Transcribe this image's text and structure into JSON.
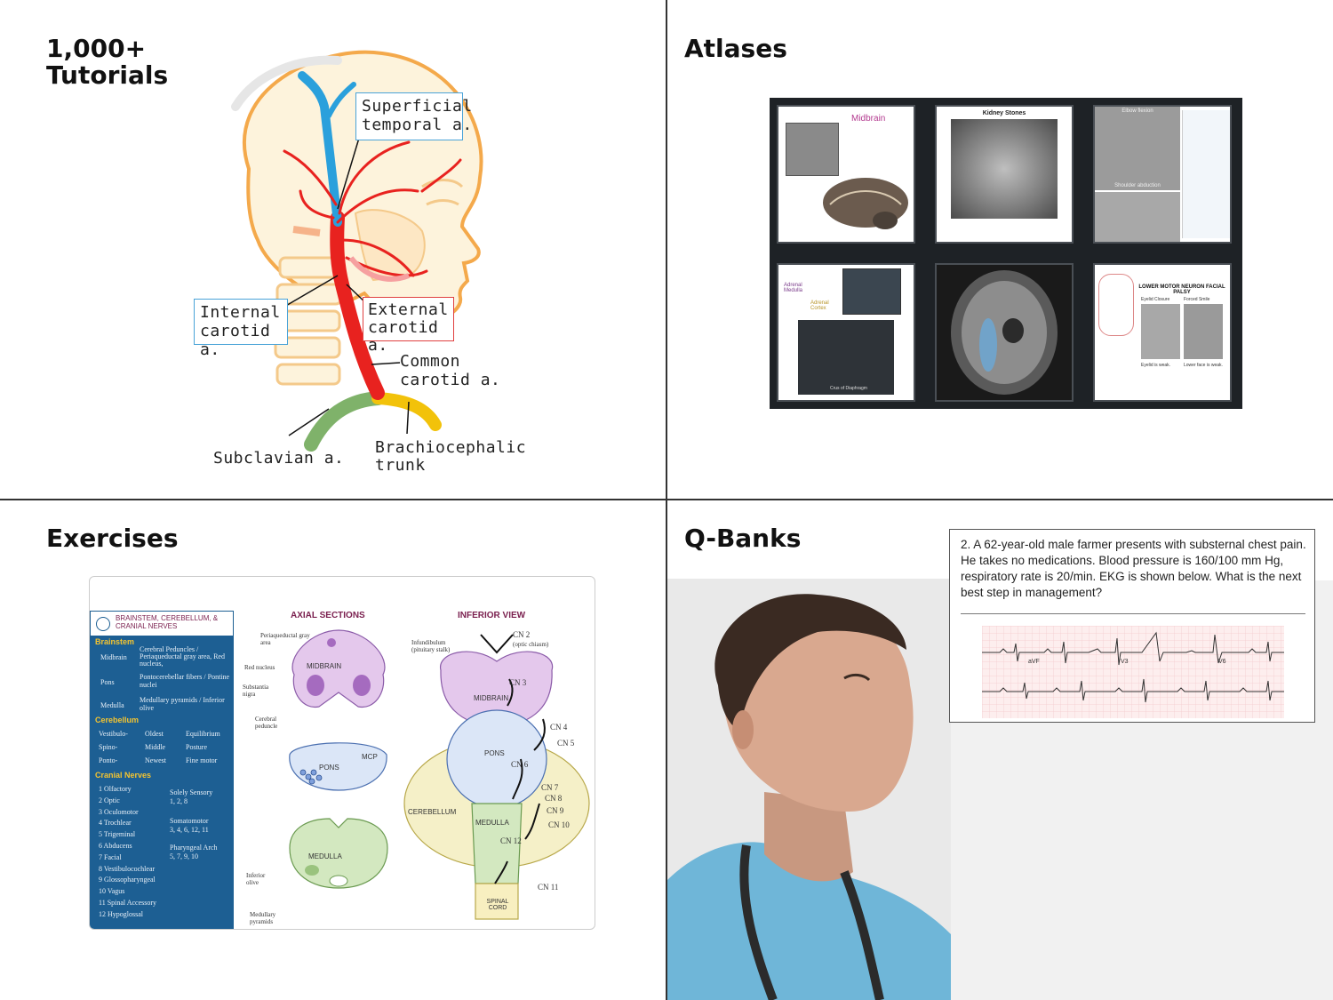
{
  "quadrants": {
    "tutorials": {
      "title": "1,000+\nTutorials",
      "labels": {
        "superficial_temporal": "Superficial\ntemporal a.",
        "internal_carotid": "Internal\ncarotid a.",
        "external_carotid": "External\ncarotid a.",
        "common_carotid": "Common\ncarotid a.",
        "subclavian": "Subclavian a.",
        "brachiocephalic": "Brachiocephalic\ntrunk"
      }
    },
    "atlases": {
      "title": "Atlases",
      "tiles": {
        "midbrain": "Midbrain",
        "kidney": "Kidney Stones",
        "elbow": "Elbow flexion",
        "shoulder": "Shoulder abduction",
        "adrenal_medulla": "Adrenal Medulla",
        "adrenal_cortex": "Adrenal Cortex",
        "diaphragm": "Crus of Diaphragm",
        "palsy_title": "LOWER MOTOR NEURON FACIAL PALSY",
        "palsy_left": "Eyelid Closure",
        "palsy_right": "Forced Smile",
        "palsy_cap_left": "Eyelid is weak.",
        "palsy_cap_right": "Lower face is weak."
      }
    },
    "exercises": {
      "title": "Exercises",
      "panel": {
        "header": "BRAINSTEM, CEREBELLUM, & CRANIAL NERVES",
        "brainstem": "Brainstem",
        "midbrain": "Midbrain",
        "midbrain_desc": "Cerebral Peduncles / Periaqueductal gray area, Red nucleus,",
        "pons": "Pons",
        "pons_desc": "Pontocerebellar fibers / Pontine nuclei",
        "medulla": "Medulla",
        "medulla_desc": "Medullary pyramids / Inferior olive",
        "cerebellum": "Cerebellum",
        "vestibulo": "Vestibulo-",
        "spino": "Spino-",
        "ponto": "Ponto-",
        "oldest": "Oldest",
        "middle": "Middle",
        "newest": "Newest",
        "equilibrium": "Equilibrium",
        "posture": "Posture",
        "fine_motor": "Fine motor",
        "cranial_nerves": "Cranial Nerves",
        "nerves": [
          "1  Olfactory",
          "2  Optic",
          "3  Oculomotor",
          "4  Trochlear",
          "5  Trigeminal",
          "6  Abducens",
          "7  Facial",
          "8  Vestibulocochlear",
          "9  Glossopharyngeal",
          "10  Vagus",
          "11  Spinal Accessory",
          "12  Hypoglossal"
        ],
        "solely_sensory": "Solely Sensory",
        "solely_sensory_nums": "1, 2, 8",
        "somatomotor": "Somatomotor",
        "somatomotor_nums": "3, 4, 6, 12, 11",
        "pharyngeal": "Pharyngeal Arch",
        "pharyngeal_nums": "5, 7, 9, 10"
      },
      "axial_title": "AXIAL SECTIONS",
      "inferior_title": "INFERIOR VIEW",
      "axial_labels": {
        "periaqueductal": "Periaqueductal gray area",
        "red_nucleus": "Red nucleus",
        "substantia": "Substantia nigra",
        "cerebral_peduncle": "Cerebral peduncle",
        "midbrain": "MIDBRAIN",
        "pons": "PONS",
        "mcp": "MCP",
        "medulla": "MEDULLA",
        "inferior_olive": "Inferior olive",
        "medullary_pyramids": "Medullary pyramids"
      },
      "inferior_labels": {
        "infundibulum": "Infundibulum (pituitary stalk)",
        "cn2": "CN 2",
        "optic_chiasm": "(optic chiasm)",
        "cn3": "CN 3",
        "midbrain": "MIDBRAIN",
        "cn4": "CN 4",
        "cn5": "CN 5",
        "pons": "PONS",
        "cn6": "CN 6",
        "cn7": "CN 7",
        "cn8": "CN 8",
        "cn9": "CN 9",
        "cn10": "CN 10",
        "cerebellum": "CEREBELLUM",
        "medulla": "MEDULLA",
        "cn12": "CN 12",
        "cn11": "CN 11",
        "spinal_cord": "SPINAL CORD"
      }
    },
    "qbanks": {
      "title": "Q-Banks",
      "question": "2. A 62-year-old male farmer presents with substernal chest pain.  He takes no medications.  Blood pressure is 160/100 mm Hg, respiratory rate is 20/min.  EKG is shown below.  What is the next best step in management?",
      "ekg_leads": [
        "aVF",
        "V3",
        "V6"
      ]
    }
  },
  "colors": {
    "artery_red": "#e8221f",
    "artery_blue": "#2aa0dc",
    "subclavian_green": "#7fb26a",
    "brachio_yellow": "#f2c20a",
    "skull_outline": "#f4a94b",
    "panel_blue": "#1d5f93",
    "panel_yellow": "#f4c430",
    "section_title": "#7a1f4e",
    "ekg_grid": "#f3c9cc",
    "scrub_blue": "#6fb6d8"
  }
}
